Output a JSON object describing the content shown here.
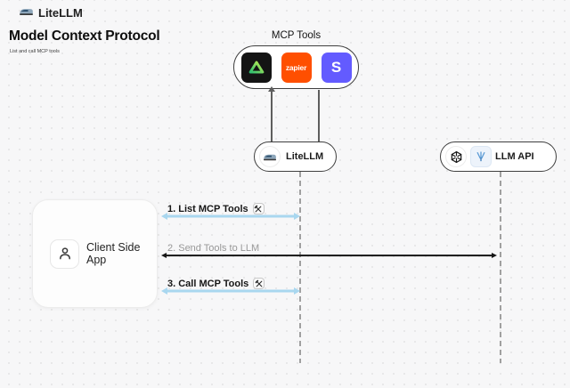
{
  "brand": {
    "name": "LiteLLM"
  },
  "header": {
    "title": "Model Context Protocol",
    "subtitle": "List and call MCP tools"
  },
  "mcp_tools": {
    "label": "MCP Tools",
    "tools": [
      {
        "name": "triangle-tool",
        "label": ""
      },
      {
        "name": "zapier",
        "label": "zapier"
      },
      {
        "name": "stripe",
        "label": "S"
      }
    ]
  },
  "nodes": {
    "litellm": {
      "label": "LiteLLM"
    },
    "llm_api": {
      "label": "LLM API"
    },
    "client": {
      "label": "Client Side App"
    }
  },
  "sequence": [
    {
      "label": "1. List MCP Tools"
    },
    {
      "label": "2. Send Tools to LLM"
    },
    {
      "label": "3. Call MCP Tools"
    }
  ],
  "colors": {
    "canvas_bg": "#f7f7f8",
    "accent_blue": "#a9d7ef",
    "zapier_orange": "#ff4f00",
    "stripe_purple": "#635bff",
    "tool_black": "#141414",
    "arrow_black": "#161616",
    "muted_text": "#989898"
  }
}
